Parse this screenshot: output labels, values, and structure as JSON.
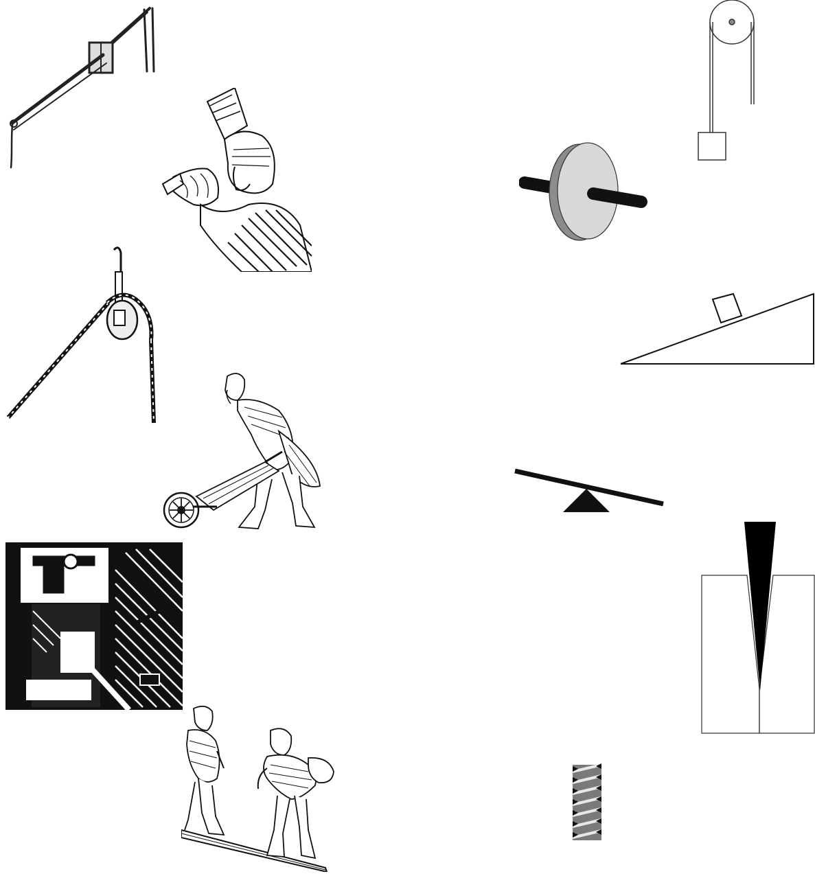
{
  "layout": "matching-exercise",
  "description_visible_text": [],
  "left_column": {
    "items": [
      {
        "id": "lever-pump",
        "icon": "lever-handle-woodcut"
      },
      {
        "id": "axe-man",
        "icon": "axe-woodcut"
      },
      {
        "id": "rope-pulley",
        "icon": "rope-pulley-woodcut"
      },
      {
        "id": "wheelbarrow-man",
        "icon": "wheelbarrow-woodcut"
      },
      {
        "id": "press-screw",
        "icon": "screw-press-woodcut"
      },
      {
        "id": "ramp-walkers",
        "icon": "ramp-woodcut"
      }
    ]
  },
  "right_column": {
    "items": [
      {
        "id": "pulley",
        "icon": "pulley-diagram"
      },
      {
        "id": "wheel-axle",
        "icon": "wheel-and-axle-diagram"
      },
      {
        "id": "inclined-plane",
        "icon": "inclined-plane-diagram"
      },
      {
        "id": "lever",
        "icon": "lever-fulcrum-diagram"
      },
      {
        "id": "wedge",
        "icon": "wedge-diagram"
      },
      {
        "id": "screw",
        "icon": "screw-diagram"
      }
    ]
  },
  "colors": {
    "ink": "#111111",
    "wheel_face": "#d8d8d8",
    "wheel_rim": "#8c8c8c",
    "screw_gray": "#7a7a7a"
  }
}
